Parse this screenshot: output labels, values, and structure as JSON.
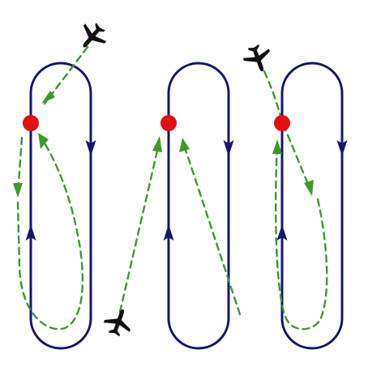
{
  "colors": {
    "background": "#ffffff",
    "racetrack": "#15156e",
    "fix": "#e31010",
    "flight_path": "#3d9a2a",
    "aircraft": "#111111"
  },
  "icons": {
    "direction_arrow": "triangle-arrowhead",
    "holding_fix": "red-dot",
    "aircraft": "airplane-silhouette"
  },
  "patterns": [
    {
      "entry": "parallel",
      "aircraft_side": "top",
      "entry_direction": "southwest"
    },
    {
      "entry": "direct",
      "aircraft_side": "bottom",
      "entry_direction": "north"
    },
    {
      "entry": "teardrop",
      "aircraft_side": "top",
      "entry_direction": "southeast"
    }
  ]
}
